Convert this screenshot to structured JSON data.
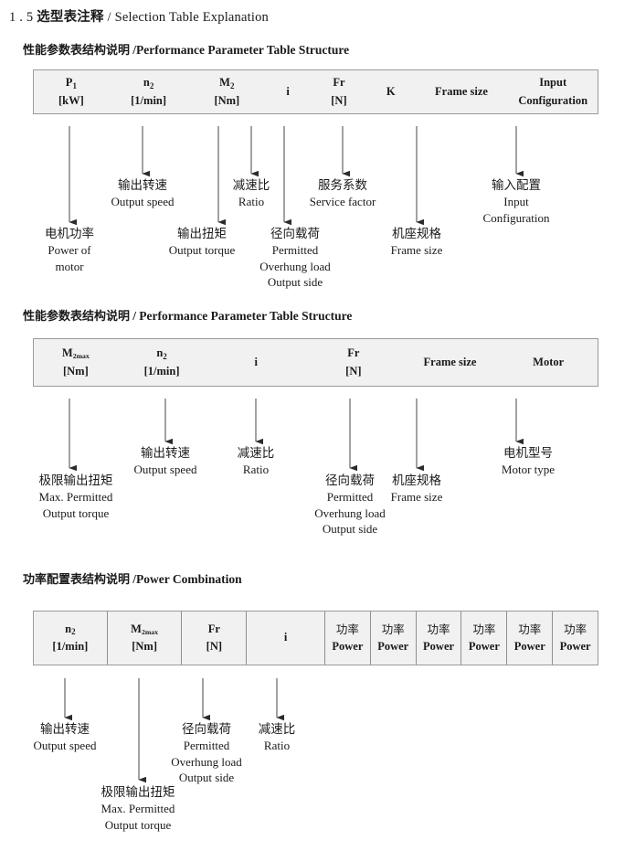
{
  "document": {
    "section_number": "1 . 5",
    "title_cn": "选型表注释",
    "title_sep": "/",
    "title_en": "Selection Table Explanation"
  },
  "sections": [
    {
      "id": "performance-parameter-1",
      "heading_cn": "性能参数表结构说明",
      "heading_sep": "/",
      "heading_en": "Performance Parameter Table Structure",
      "table": {
        "bordered": false,
        "columns": [
          {
            "line1": "P",
            "sub1": "1",
            "line2": "[kW]"
          },
          {
            "line1": "n",
            "sub1": "2",
            "line2": "[1/min]"
          },
          {
            "line1": "M",
            "sub1": "2",
            "line2": "[Nm]"
          },
          {
            "line1": "i",
            "sub1": "",
            "line2": ""
          },
          {
            "line1": "Fr",
            "sub1": "",
            "line2": "[N]"
          },
          {
            "line1": "K",
            "sub1": "",
            "line2": ""
          },
          {
            "line1": "Frame size",
            "sub1": "",
            "line2": ""
          },
          {
            "line1": "Input",
            "sub1": "",
            "line2": "Configuration"
          }
        ]
      },
      "annotations": [
        {
          "cn": "电机功率",
          "en": [
            "Power of",
            "motor"
          ]
        },
        {
          "cn": "输出转速",
          "en": [
            "Output speed"
          ]
        },
        {
          "cn": "输出扭矩",
          "en": [
            "Output torque"
          ]
        },
        {
          "cn": "减速比",
          "en": [
            "Ratio"
          ]
        },
        {
          "cn": "径向载荷",
          "en": [
            "Permitted",
            "Overhung load",
            "Output side"
          ]
        },
        {
          "cn": "服务系数",
          "en": [
            "Service factor"
          ]
        },
        {
          "cn": "机座规格",
          "en": [
            "Frame size"
          ]
        },
        {
          "cn": "输入配置",
          "en": [
            "Input",
            "Configuration"
          ]
        }
      ]
    },
    {
      "id": "performance-parameter-2",
      "heading_cn": "性能参数表结构说明",
      "heading_sep": "/",
      "heading_en": "Performance Parameter Table Structure",
      "table": {
        "bordered": false,
        "columns": [
          {
            "line1": "M",
            "sub1": "2max",
            "line2": "[Nm]"
          },
          {
            "line1": "n",
            "sub1": "2",
            "line2": "[1/min]"
          },
          {
            "line1": "i",
            "sub1": "",
            "line2": ""
          },
          {
            "line1": "Fr",
            "sub1": "",
            "line2": "[N]"
          },
          {
            "line1": "Frame size",
            "sub1": "",
            "line2": ""
          },
          {
            "line1": "Motor",
            "sub1": "",
            "line2": ""
          }
        ]
      },
      "annotations": [
        {
          "cn": "极限输出扭矩",
          "en": [
            "Max. Permitted",
            "Output  torque"
          ]
        },
        {
          "cn": "输出转速",
          "en": [
            "Output speed"
          ]
        },
        {
          "cn": "减速比",
          "en": [
            "Ratio"
          ]
        },
        {
          "cn": "径向载荷",
          "en": [
            "Permitted",
            "Overhung load",
            "Output side"
          ]
        },
        {
          "cn": "机座规格",
          "en": [
            "Frame size"
          ]
        },
        {
          "cn": "电机型号",
          "en": [
            "Motor type"
          ]
        }
      ]
    },
    {
      "id": "power-combination",
      "heading_cn": "功率配置表结构说明",
      "heading_sep": "/",
      "heading_en": "Power Combination",
      "table": {
        "bordered": true,
        "columns": [
          {
            "line1": "n",
            "sub1": "2",
            "line2": "[1/min]"
          },
          {
            "line1": "M",
            "sub1": "2max",
            "line2": "[Nm]"
          },
          {
            "line1": "Fr",
            "sub1": "",
            "line2": "[N]"
          },
          {
            "line1": "i",
            "sub1": "",
            "line2": ""
          },
          {
            "line1_cn": "功率",
            "line2": "Power"
          },
          {
            "line1_cn": "功率",
            "line2": "Power"
          },
          {
            "line1_cn": "功率",
            "line2": "Power"
          },
          {
            "line1_cn": "功率",
            "line2": "Power"
          },
          {
            "line1_cn": "功率",
            "line2": "Power"
          },
          {
            "line1_cn": "功率",
            "line2": "Power"
          }
        ]
      },
      "annotations": [
        {
          "cn": "输出转速",
          "en": [
            "Output speed"
          ]
        },
        {
          "cn": "极限输出扭矩",
          "en": [
            "Max. Permitted",
            "Output  torque"
          ]
        },
        {
          "cn": "径向载荷",
          "en": [
            "Permitted",
            "Overhung load",
            "Output side"
          ]
        },
        {
          "cn": "减速比",
          "en": [
            "Ratio"
          ]
        }
      ]
    }
  ],
  "colors": {
    "table_fill": "#f1f1f1",
    "table_border": "#9a9a9a",
    "text": "#1a1a1a",
    "arrow": "#3a3a3a"
  }
}
